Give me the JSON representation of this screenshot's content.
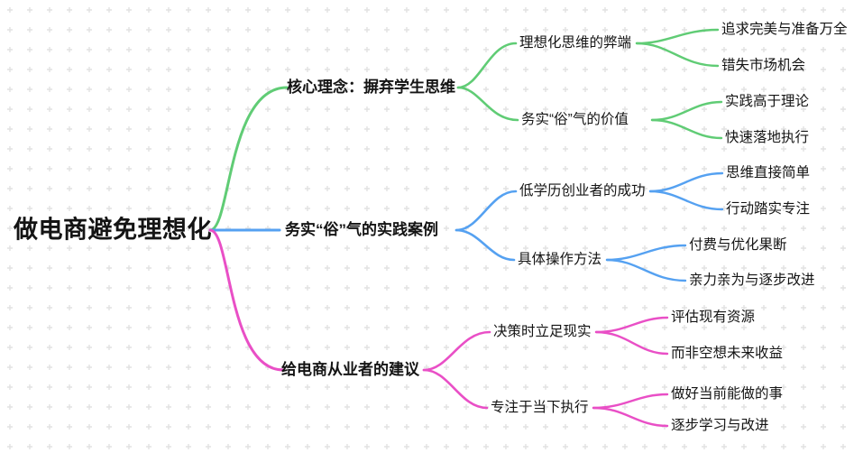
{
  "colors": {
    "branch_green": "#60CC75",
    "branch_blue": "#55A1F1",
    "branch_pink": "#E94FC6",
    "text": "#141414",
    "background": "#FFFFFF",
    "grid_dot": "#E2E2E2"
  },
  "root": {
    "label": "做电商避免理想化"
  },
  "branches": [
    {
      "label": "核心理念：摒弃学生思维",
      "children": [
        {
          "label": "理想化思维的弊端",
          "children": [
            {
              "label": "追求完美与准备万全"
            },
            {
              "label": "错失市场机会"
            }
          ]
        },
        {
          "label": "务实“俗”气的价值",
          "children": [
            {
              "label": "实践高于理论"
            },
            {
              "label": "快速落地执行"
            }
          ]
        }
      ]
    },
    {
      "label": "务实“俗”气的实践案例",
      "children": [
        {
          "label": "低学历创业者的成功",
          "children": [
            {
              "label": "思维直接简单"
            },
            {
              "label": "行动踏实专注"
            }
          ]
        },
        {
          "label": "具体操作方法",
          "children": [
            {
              "label": "付费与优化果断"
            },
            {
              "label": "亲力亲为与逐步改进"
            }
          ]
        }
      ]
    },
    {
      "label": "给电商从业者的建议",
      "children": [
        {
          "label": "决策时立足现实",
          "children": [
            {
              "label": "评估现有资源"
            },
            {
              "label": "而非空想未来收益"
            }
          ]
        },
        {
          "label": "专注于当下执行",
          "children": [
            {
              "label": "做好当前能做的事"
            },
            {
              "label": "逐步学习与改进"
            }
          ]
        }
      ]
    }
  ]
}
